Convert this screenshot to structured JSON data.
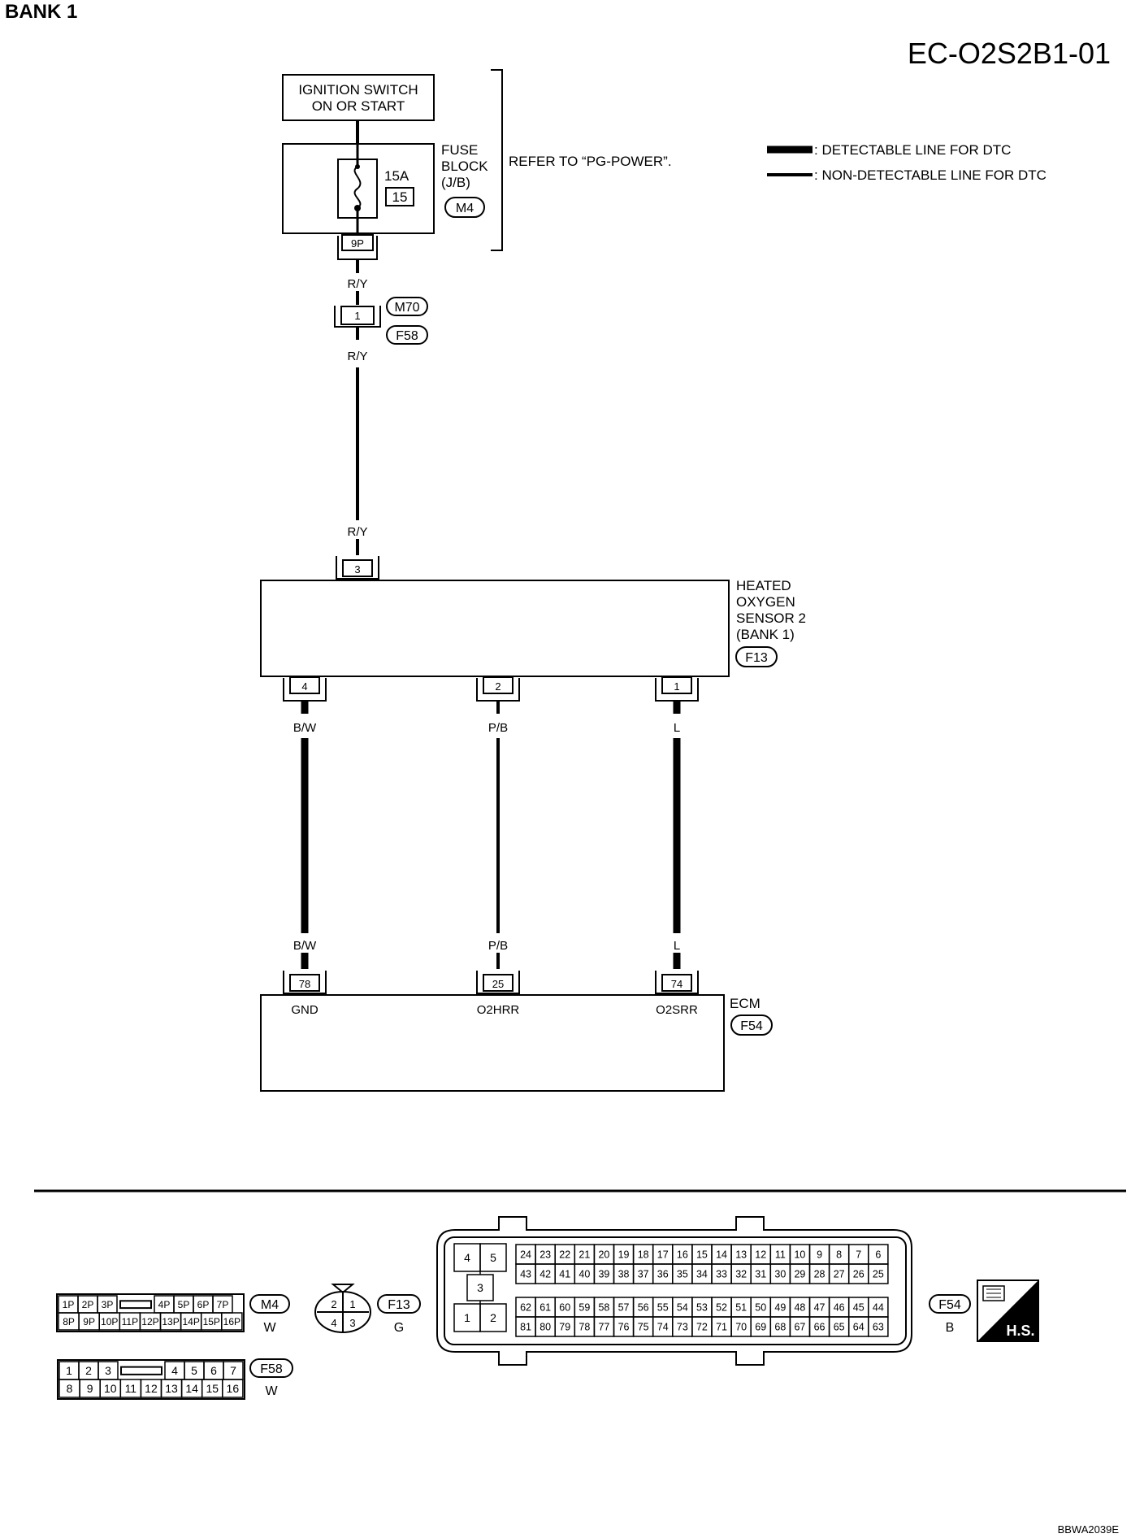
{
  "header": {
    "bank_title": "BANK 1",
    "diagram_code": "EC-O2S2B1-01",
    "image_code": "BBWA2039E"
  },
  "legend": {
    "detectable": ": DETECTABLE LINE FOR DTC",
    "non_detectable": ": NON-DETECTABLE LINE FOR DTC"
  },
  "ignition_switch": {
    "line1": "IGNITION SWITCH",
    "line2": "ON OR START"
  },
  "fuse_block": {
    "line1": "FUSE",
    "line2": "BLOCK",
    "line3": "(J/B)",
    "fuse_rating": "15A",
    "fuse_number": "15",
    "connector": "M4",
    "terminal": "9P",
    "refer_text": "REFER TO “PG-POWER”."
  },
  "joint_connector": {
    "pin": "1",
    "conn_top": "M70",
    "conn_bottom": "F58"
  },
  "wires": {
    "ry_1": "R/Y",
    "ry_2": "R/Y",
    "ry_3": "R/Y",
    "bw_top": "B/W",
    "pb_top": "P/B",
    "l_top": "L",
    "bw_bottom": "B/W",
    "pb_bottom": "P/B",
    "l_bottom": "L"
  },
  "sensor": {
    "line1": "HEATED",
    "line2": "OXYGEN",
    "line3": "SENSOR 2",
    "line4": "(BANK 1)",
    "connector": "F13",
    "pin_top": "3",
    "pin_a": "4",
    "pin_b": "2",
    "pin_c": "1"
  },
  "ecm": {
    "label": "ECM",
    "connector": "F54",
    "pin_a": "78",
    "pin_b": "25",
    "pin_c": "74",
    "sig_a": "GND",
    "sig_b": "O2HRR",
    "sig_c": "O2SRR"
  },
  "connectors": {
    "m4": {
      "name": "M4",
      "color": "W",
      "row1": [
        "1P",
        "2P",
        "3P",
        "4P",
        "5P",
        "6P",
        "7P"
      ],
      "row2": [
        "8P",
        "9P",
        "10P",
        "11P",
        "12P",
        "13P",
        "14P",
        "15P",
        "16P"
      ]
    },
    "f13": {
      "name": "F13",
      "color": "G",
      "pins": [
        "2",
        "1",
        "4",
        "3"
      ]
    },
    "f58": {
      "name": "F58",
      "color": "W",
      "row1": [
        "1",
        "2",
        "3",
        "4",
        "5",
        "6",
        "7"
      ],
      "row2": [
        "8",
        "9",
        "10",
        "11",
        "12",
        "13",
        "14",
        "15",
        "16"
      ]
    },
    "f54": {
      "name": "F54",
      "color": "B",
      "left": [
        "4",
        "5",
        "3",
        "1",
        "2"
      ],
      "row1": [
        "24",
        "23",
        "22",
        "21",
        "20",
        "19",
        "18",
        "17",
        "16",
        "15",
        "14",
        "13",
        "12",
        "11",
        "10",
        "9",
        "8",
        "7",
        "6"
      ],
      "row2": [
        "43",
        "42",
        "41",
        "40",
        "39",
        "38",
        "37",
        "36",
        "35",
        "34",
        "33",
        "32",
        "31",
        "30",
        "29",
        "28",
        "27",
        "26",
        "25"
      ],
      "row3": [
        "62",
        "61",
        "60",
        "59",
        "58",
        "57",
        "56",
        "55",
        "54",
        "53",
        "52",
        "51",
        "50",
        "49",
        "48",
        "47",
        "46",
        "45",
        "44"
      ],
      "row4": [
        "81",
        "80",
        "79",
        "78",
        "77",
        "76",
        "75",
        "74",
        "73",
        "72",
        "71",
        "70",
        "69",
        "68",
        "67",
        "66",
        "65",
        "64",
        "63"
      ]
    },
    "hs_label": "H.S."
  }
}
